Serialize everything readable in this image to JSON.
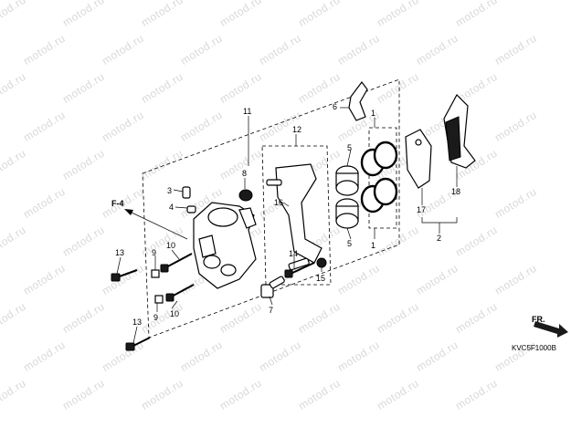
{
  "watermark": "motod.ru",
  "ref_arrow_label": "F-4",
  "direction_label": "FR.",
  "drawing_code": "KVC5F1000B",
  "callouts": {
    "c1a": "1",
    "c1b": "1",
    "c2": "2",
    "c3": "3",
    "c4": "4",
    "c5a": "5",
    "c5b": "5",
    "c6": "6",
    "c7": "7",
    "c8": "8",
    "c9a": "9",
    "c9b": "9",
    "c10a": "10",
    "c10b": "10",
    "c11": "11",
    "c12": "12",
    "c13a": "13",
    "c13b": "13",
    "c14": "14",
    "c15": "15",
    "c16": "16",
    "c17": "17",
    "c18": "18"
  }
}
